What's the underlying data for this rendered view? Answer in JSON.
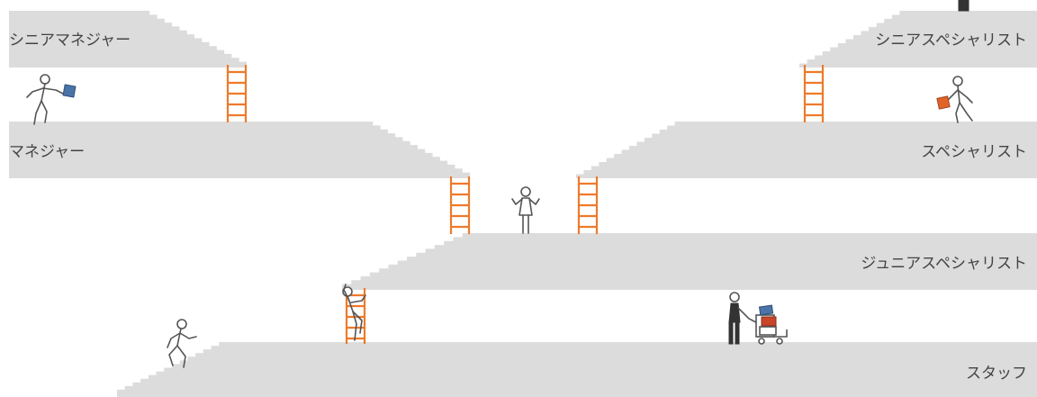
{
  "levels": {
    "senior_manager": "シニアマネジャー",
    "senior_specialist": "シニアスペシャリスト",
    "manager": "マネジャー",
    "specialist": "スペシャリスト",
    "junior_specialist": "ジュニアスペシャリスト",
    "staff": "スタッフ"
  },
  "colors": {
    "platform": "#dcdcdc",
    "ladder": "#ee7a2a",
    "text": "#444444",
    "figure_stroke": "#555555",
    "figure_fill": "#ffffff",
    "figure_dark": "#333333",
    "box_blue": "#4a74a8",
    "box_orange": "#e0632a",
    "box_red": "#c8452a"
  },
  "icons": [
    "person-walking-with-blue-box-icon",
    "person-walking-with-orange-box-icon",
    "person-shrugging-icon",
    "person-climbing-ladder-icon",
    "person-climbing-stairs-icon",
    "person-pushing-cart-icon"
  ]
}
